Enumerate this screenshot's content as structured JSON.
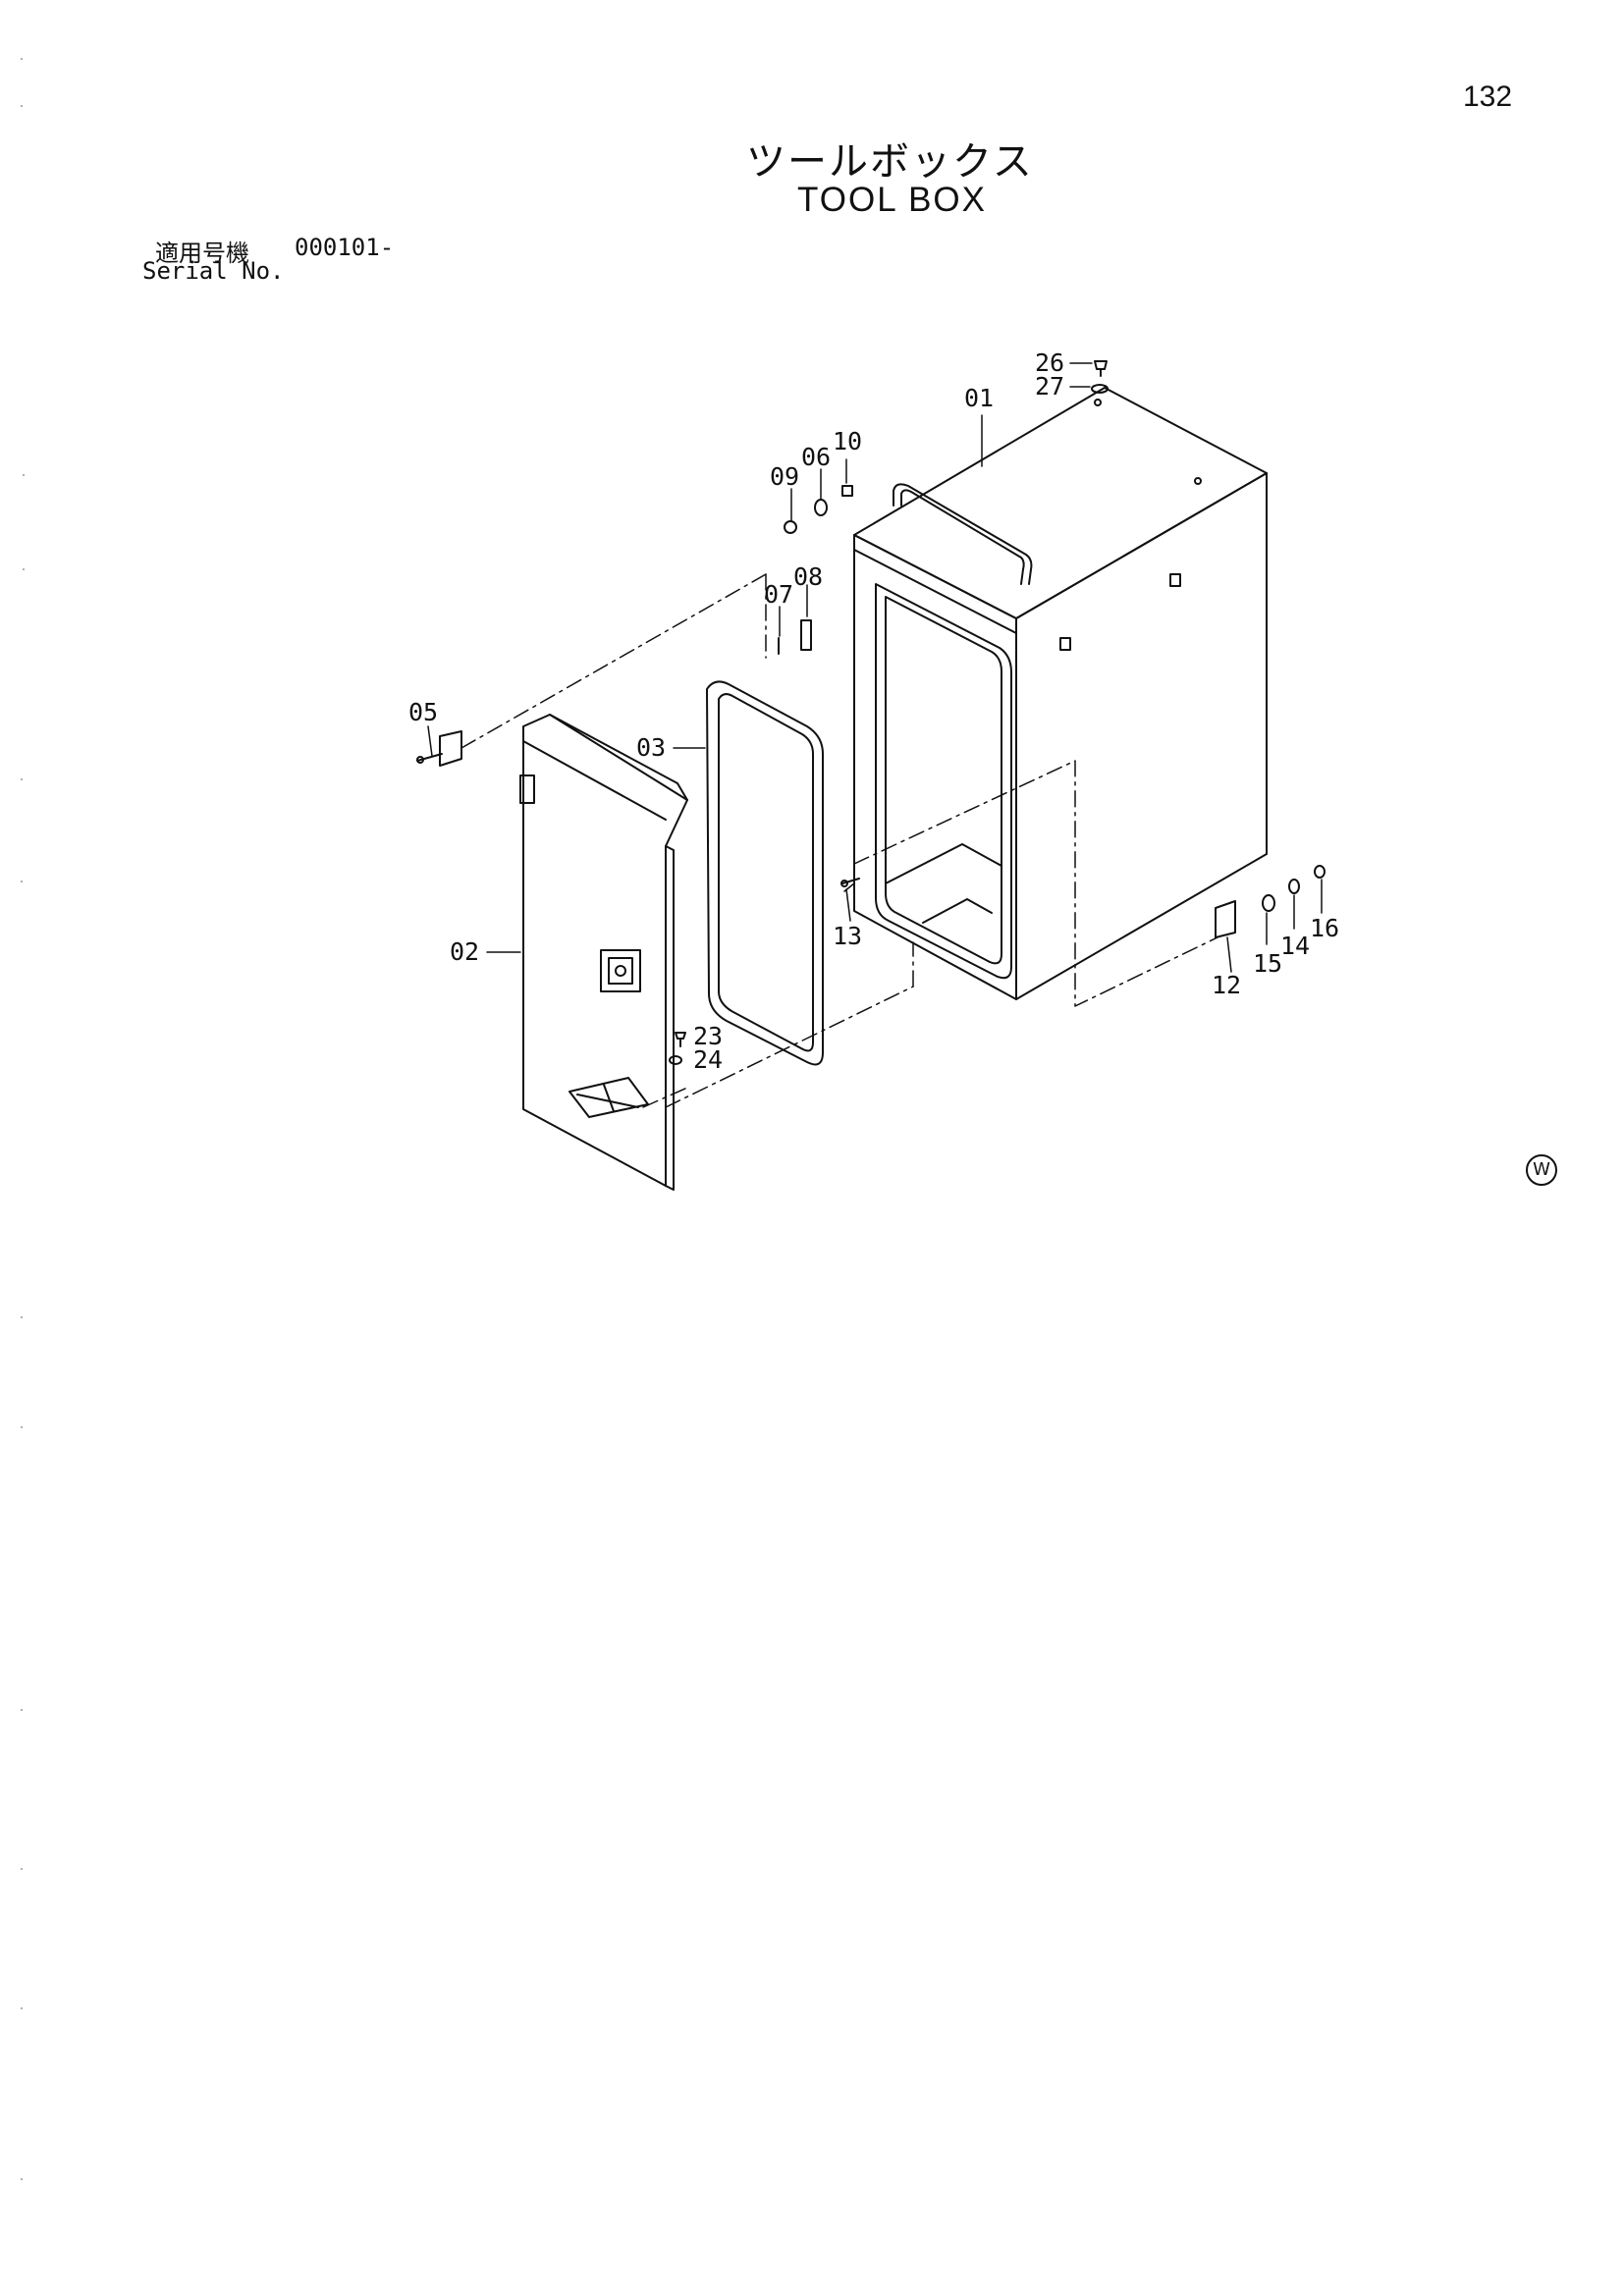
{
  "page": {
    "number": "132",
    "title_ja": "ツールボックス",
    "title_en": "TOOL BOX",
    "serial_label_ja": "適用号機",
    "serial_label_en": "Serial No.",
    "serial_value": "000101-",
    "mark": "W"
  },
  "parts": [
    {
      "id": "01"
    },
    {
      "id": "02"
    },
    {
      "id": "03"
    },
    {
      "id": "05"
    },
    {
      "id": "06"
    },
    {
      "id": "07"
    },
    {
      "id": "08"
    },
    {
      "id": "09"
    },
    {
      "id": "10"
    },
    {
      "id": "12"
    },
    {
      "id": "13"
    },
    {
      "id": "14"
    },
    {
      "id": "15"
    },
    {
      "id": "16"
    },
    {
      "id": "23"
    },
    {
      "id": "24"
    },
    {
      "id": "26"
    },
    {
      "id": "27"
    }
  ]
}
